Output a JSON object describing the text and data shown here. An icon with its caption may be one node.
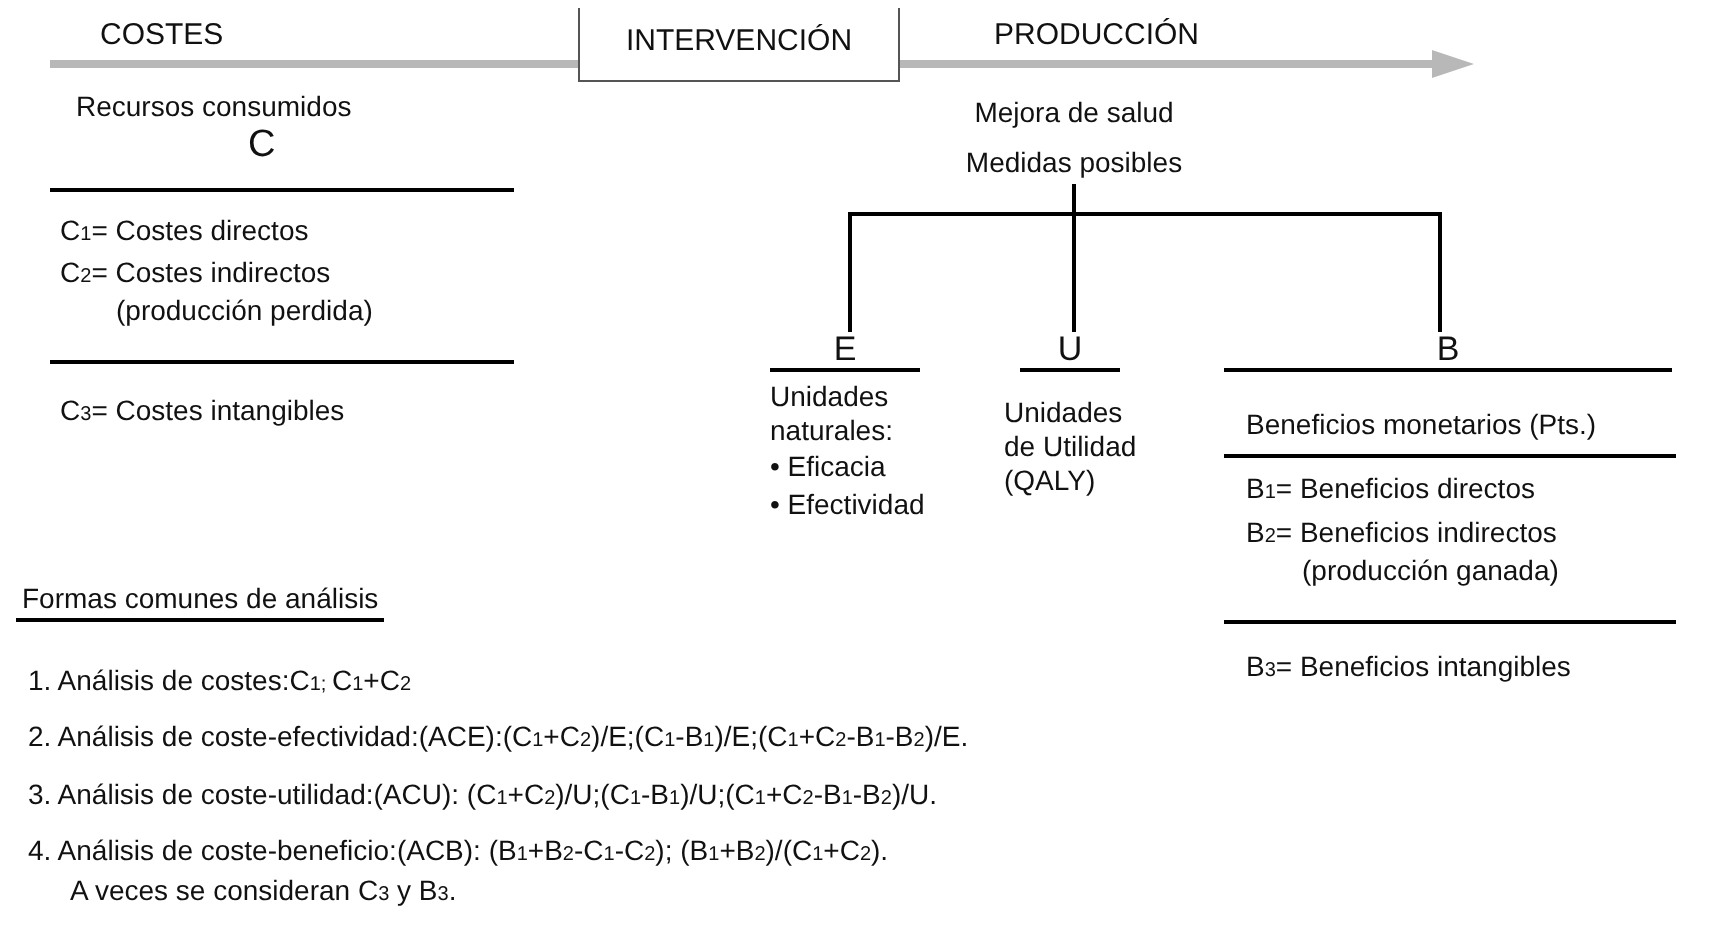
{
  "diagram": {
    "nodes": [
      {
        "text": [
          "INTERVENCIÓN"
        ]
      },
      {
        "text": [
          "Mejora de salud",
          "Medidas posibles"
        ]
      },
      {
        "text": [
          "E",
          "Unidades naturales:",
          "• Eficacia",
          "• Efectividad"
        ]
      },
      {
        "text": [
          "U",
          "Unidades de Utilidad (QALY)"
        ]
      },
      {
        "text": [
          "B",
          "Beneficios monetarios (Pts.)",
          "B$_{1}$= Beneficios directos",
          "B$_{2}$= Beneficios indirectos (producción ganada)",
          "B$_{3}$= Beneficios intangibles"
        ]
      }
    ],
    "edges": [
      {
        "from": 1,
        "to": 2,
        "arrow": "none"
      },
      {
        "from": 1,
        "to": 3,
        "arrow": "none"
      },
      {
        "from": 1,
        "to": 4,
        "arrow": "none"
      }
    ],
    "labels": [
      "COSTES",
      "PRODUCCIÓN",
      "Recursos consumidos",
      "C",
      "C$_{1}$= Costes directos",
      "C$_{2}$= Costes indirectos (producción perdida)",
      "C$_{3}$= Costes intangibles",
      "Formas comunes de análisis",
      "1. Análisis de costes:C$_{1; }$C$_{1}$+C$_{2}$",
      "2. Análisis de coste-efectividad:(ACE):(C$_{1}$+C$_{2}$)/E;(C$_{1}$-B$_{1}$)/E;(C$_{1}$+C$_{2}$-B$_{1}$-B$_{2}$)/E.",
      "3. Análisis de coste-utilidad:(ACU): (C$_{1}$+C$_{2}$)/U;(C$_{1}$-B$_{1}$)/U;(C$_{1}$+C$_{2}$-B$_{1}$-B$_{2}$)/U.",
      "4. Análisis de coste-beneficio:(ACB): (B$_{1}$+B$_{2}$-C$_{1}$-C$_{2}$); (B$_{1}$+B$_{2}$)/(C$_{1}$+C$_{2}$).",
      "A veces se consideran C$_{3}$ y B$_{3}$."
    ]
  }
}
